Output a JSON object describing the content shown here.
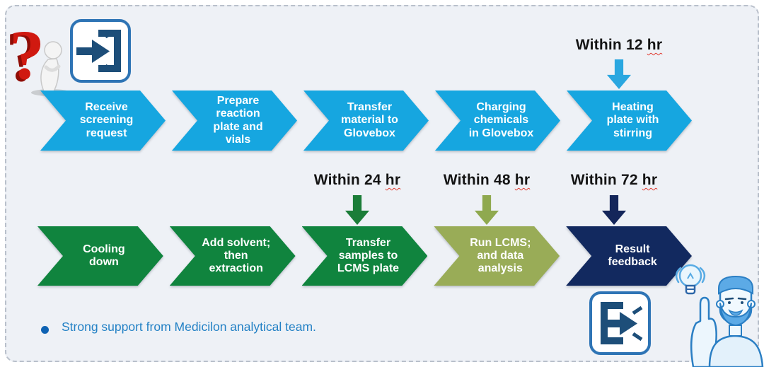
{
  "flow": {
    "row1": {
      "steps": [
        {
          "label": "Receive\nscreening\nrequest",
          "color": "#16a6e0"
        },
        {
          "label": "Prepare\nreaction\nplate and\nvials",
          "color": "#16a6e0"
        },
        {
          "label": "Transfer\nmaterial to\nGlovebox",
          "color": "#16a6e0"
        },
        {
          "label": "Charging\nchemicals\nin Glovebox",
          "color": "#16a6e0"
        },
        {
          "label": "Heating\nplate with\nstirring",
          "color": "#16a6e0"
        }
      ]
    },
    "row2": {
      "steps": [
        {
          "label": "Cooling\ndown",
          "color": "#10843e"
        },
        {
          "label": "Add solvent;\nthen\nextraction",
          "color": "#10843e"
        },
        {
          "label": "Transfer\nsamples to\nLCMS plate",
          "color": "#10843e"
        },
        {
          "label": "Run LCMS;\nand data\nanalysis",
          "color": "#99ac57"
        },
        {
          "label": "Result\nfeedback",
          "color": "#12295f"
        }
      ]
    },
    "annotations": [
      {
        "prefix": "Within 12",
        "unit": "hr",
        "arrow_color": "#2aa7e0"
      },
      {
        "prefix": "Within 24",
        "unit": "hr",
        "arrow_color": "#1b7d38"
      },
      {
        "prefix": "Within 48",
        "unit": "hr",
        "arrow_color": "#8fa94f"
      },
      {
        "prefix": "Within 72",
        "unit": "hr",
        "arrow_color": "#14265a"
      }
    ]
  },
  "footer": {
    "bullet_text": "Strong support from Medicilon analytical team."
  },
  "icons": {
    "top_left": "question-figure and sign-in icon",
    "bottom_right": "sign-out icon and analyst pointing at lightbulb"
  },
  "palette": {
    "background": "#eef1f6",
    "border_dashed": "#b9c0cb",
    "arrow_blue": "#16a6e0",
    "arrow_green": "#10843e",
    "arrow_olive": "#99ac57",
    "arrow_navy": "#12295f",
    "annotation_text": "#141414",
    "bullet_text_blue": "#2381c5",
    "bullet_dot_blue": "#0e62b3",
    "icon_frame_blue": "#2e74b5",
    "icon_glyph_navy": "#1d4e79",
    "question_red": "#d01910"
  }
}
